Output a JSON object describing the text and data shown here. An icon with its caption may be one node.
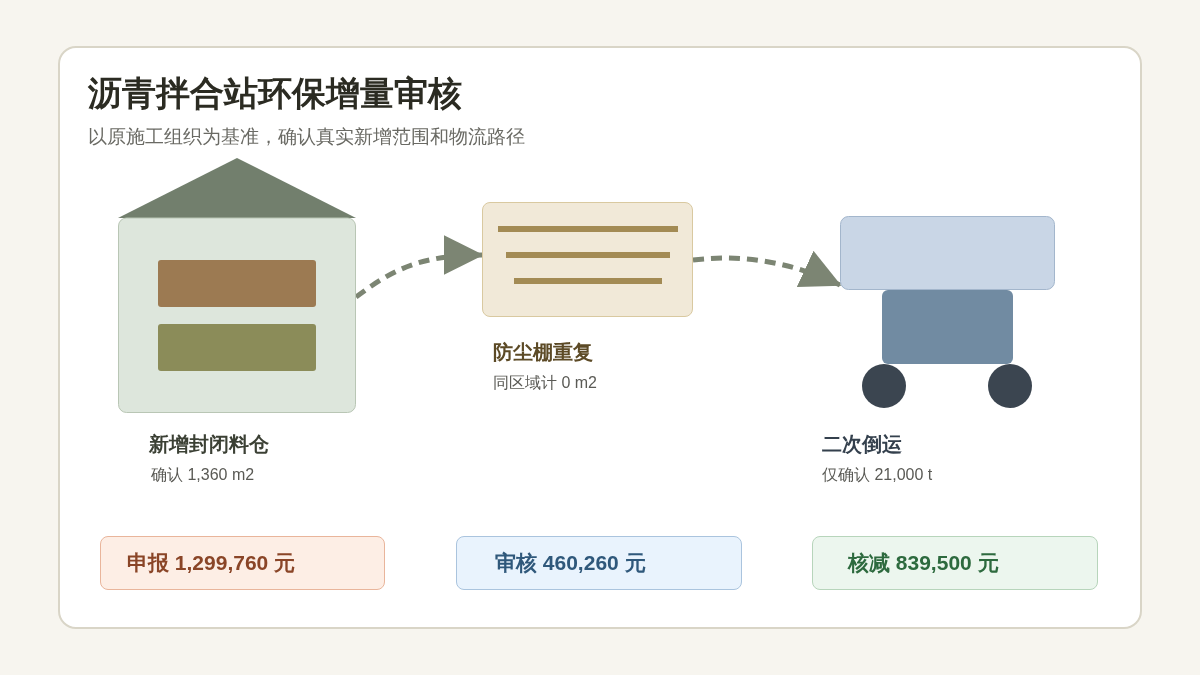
{
  "diagram": {
    "title": "沥青拌合站环保增量审核",
    "nodes": [
      {
        "text": [
          "新增封闭料仓",
          "确认 1,360 m2"
        ]
      },
      {
        "text": [
          "防尘棚重复",
          "同区域计 0 m2"
        ]
      },
      {
        "text": [
          "二次倒运",
          "仅确认 21,000 t"
        ]
      },
      {
        "text": [
          "申报 1,299,760 元"
        ]
      },
      {
        "text": [
          "审核 460,260 元"
        ]
      },
      {
        "text": [
          "核减 839,500 元"
        ]
      }
    ],
    "edges": [
      {
        "from": 0,
        "to": 1,
        "arrow": "to",
        "style": "dashed"
      },
      {
        "from": 1,
        "to": 2,
        "arrow": "to",
        "style": "dashed"
      }
    ],
    "labels": [
      "以原施工组织为基准，确认真实新增范围和物流路径"
    ]
  }
}
